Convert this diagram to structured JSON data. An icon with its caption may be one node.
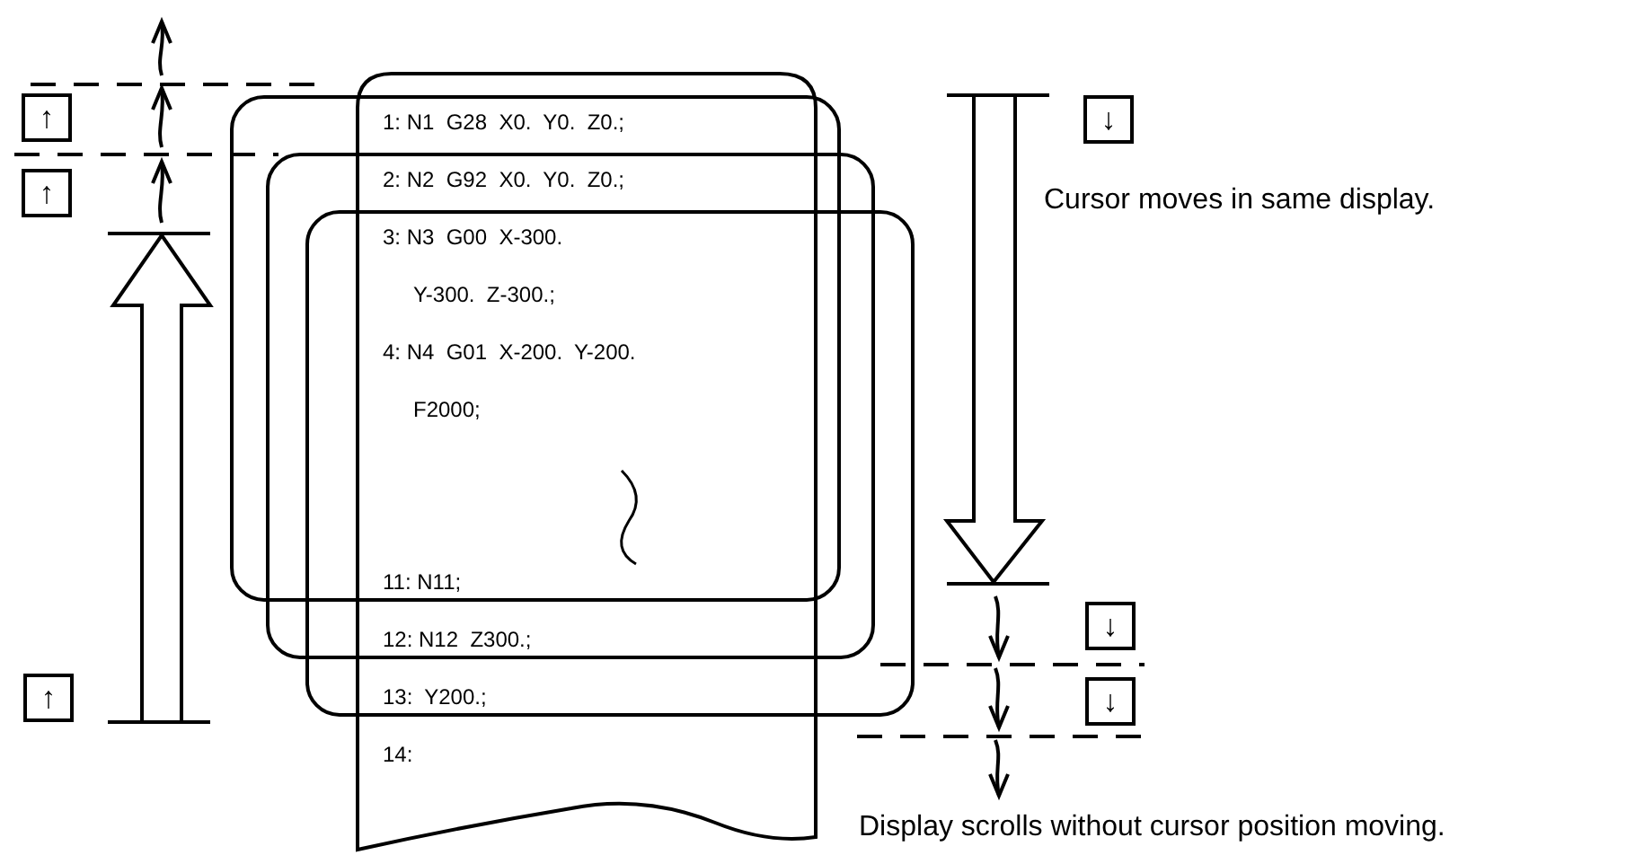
{
  "diagram": {
    "nodes": [
      {
        "text": [
          "1: N1  G28  X0.  Y0.  Z0.;",
          "2: N2  G92  X0.  Y0.  Z0.;",
          "3: N3  G00  X-300.",
          "Y-300.  Z-300.;",
          "4: N4  G01  X-200.  Y-200.",
          "F2000;",
          "11: N11;",
          "12: N12  Z300.;",
          "13:  Y200.;",
          "14:"
        ]
      }
    ],
    "edges": [],
    "labels": [
      "↑",
      "↓",
      "↑",
      "Cursor moves in same display.",
      "↓",
      "↑",
      "↓",
      "Display scrolls without cursor position moving."
    ]
  }
}
